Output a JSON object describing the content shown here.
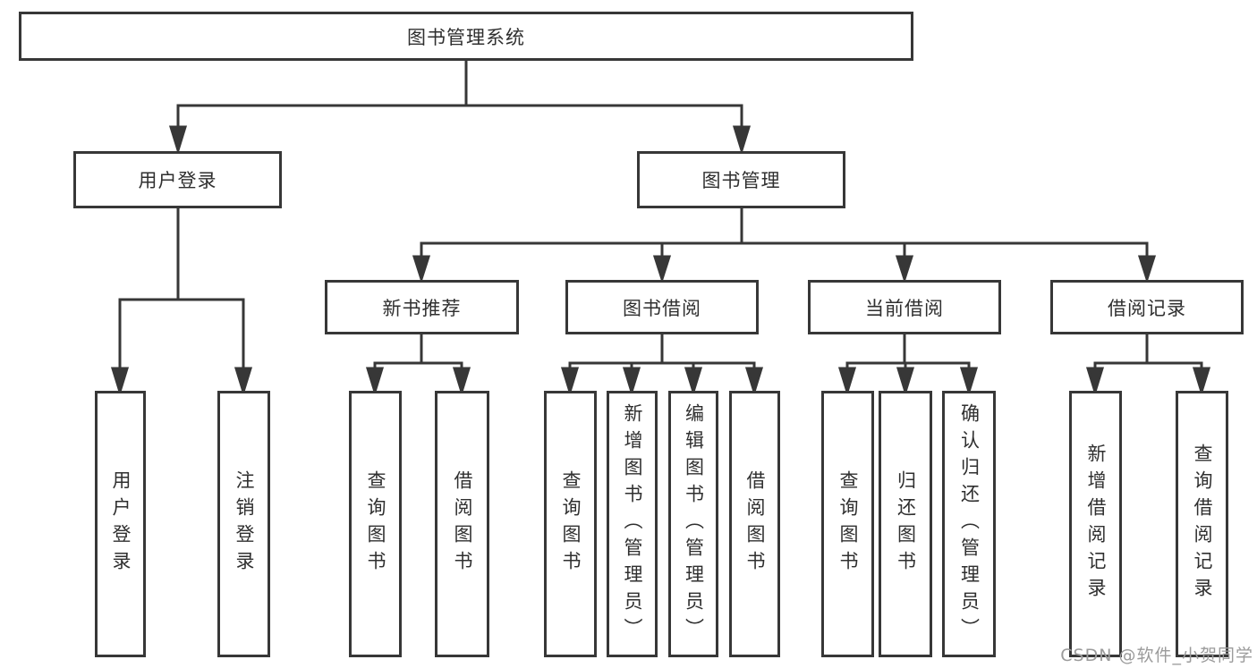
{
  "diagram": {
    "root": {
      "label": "图书管理系统"
    },
    "branches": [
      {
        "label": "用户登录",
        "leaves": [
          "用户登录",
          "注销登录"
        ]
      },
      {
        "label": "图书管理",
        "groups": [
          {
            "label": "新书推荐",
            "leaves": [
              "查询图书",
              "借阅图书"
            ]
          },
          {
            "label": "图书借阅",
            "leaves": [
              "查询图书",
              "新增图书（管理员）",
              "编辑图书（管理员）",
              "借阅图书"
            ]
          },
          {
            "label": "当前借阅",
            "leaves": [
              "查询图书",
              "归还图书",
              "确认归还（管理员）"
            ]
          },
          {
            "label": "借阅记录",
            "leaves": [
              "新增借阅记录",
              "查询借阅记录"
            ]
          }
        ]
      }
    ]
  },
  "watermark": {
    "text": "CSDN @软件_小贺同学"
  },
  "colors": {
    "line": "#373737",
    "box_border": "#373737",
    "text": "#2f2f2f",
    "watermark": "#9b9b9b",
    "background": "#ffffff"
  }
}
